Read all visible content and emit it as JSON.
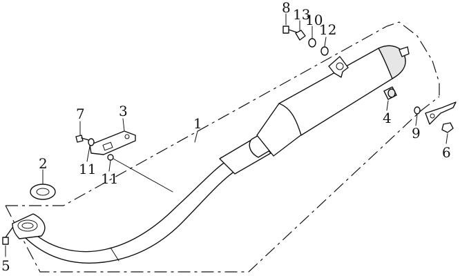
{
  "callouts": {
    "c1": "1",
    "c2": "2",
    "c3": "3",
    "c4": "4",
    "c5": "5",
    "c6": "6",
    "c7": "7",
    "c8": "8",
    "c9": "9",
    "c10": "10",
    "c11a": "11",
    "c11b": "11",
    "c12": "12",
    "c13": "13"
  },
  "colors": {
    "line": "#111111",
    "background": "#ffffff"
  }
}
